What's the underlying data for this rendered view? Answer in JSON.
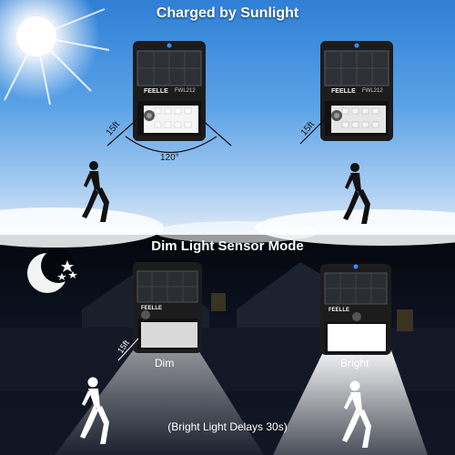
{
  "top": {
    "heading": "Charged by Sunlight",
    "brand_left": "FEELLE",
    "model_left": "FWL212",
    "brand_right": "FEELLE",
    "model_right": "FWL212",
    "range_left": "15ft",
    "angle": "120°",
    "range_right": "15ft"
  },
  "bottom": {
    "heading": "Dim Light Sensor Mode",
    "brand_left": "FEELLE",
    "brand_right": "FEELLE",
    "range": "15ft",
    "dim_label": "Dim",
    "bright_label": "Bright",
    "note": "(Bright Light Delays 30s)"
  },
  "colors": {
    "sky_top": "#2f7fd6",
    "sky_bottom": "#dfeaf6",
    "night": "#05070d",
    "panel": "#1a1a1a",
    "led": "#ffffff"
  }
}
